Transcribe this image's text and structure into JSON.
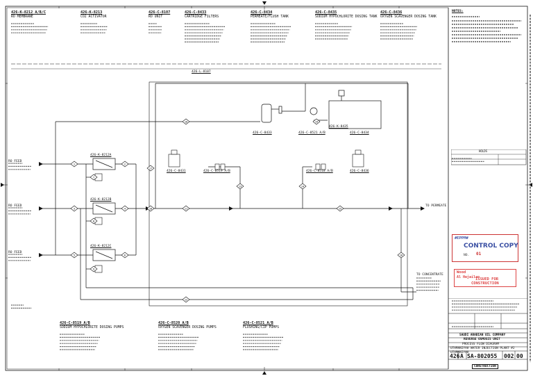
{
  "equipment_top": [
    {
      "tag": "426-K-8212 A/B/C",
      "desc": "RO MEMBRANE"
    },
    {
      "tag": "426-K-8213",
      "desc": "CO2 ACTIVATOR"
    },
    {
      "tag": "426-C-8107",
      "desc": "RO UNIT"
    },
    {
      "tag": "426-C-8433",
      "desc": "CARTRIDGE FILTERS"
    },
    {
      "tag": "426-C-8434",
      "desc": "PERMEATE/FLUSH TANK"
    },
    {
      "tag": "426-C-8435",
      "desc": "SODIUM HYPOCHLORITE DOSING TANK"
    },
    {
      "tag": "426-C-8436",
      "desc": "OXYGEN SCAVENGER DOSING TANK"
    }
  ],
  "equipment_bottom": [
    {
      "tag": "426-C-8519 A/B",
      "desc": "SODIUM HYPOCHLORITE DOSING PUMPS"
    },
    {
      "tag": "426-C-8520 A/B",
      "desc": "OXYGEN SCAVENGER DOSING PUMPS"
    },
    {
      "tag": "426-C-8521 A/B",
      "desc": "FLUSHING/CIP PUMPS"
    }
  ],
  "diagram_labels": {
    "header_line": "426-L-8107",
    "inlet_1": "RO FEED",
    "inlet_2": "RO FEED",
    "inlet_3": "RO FEED",
    "outlet_right": "TO PERMEATE",
    "to_concentrate": "TO CONCENTRATE",
    "unit_a": "426-K-8212A",
    "unit_b": "426-K-8212B",
    "unit_c": "426-K-8212C",
    "filter_tag": "426-C-8433",
    "pump_a": "426-C-8521 A/B",
    "tank_tag": "426-K-8435",
    "tank_tag_b": "426-C-8434",
    "dosing_tag": "426-C-8431",
    "dosing_pump_a": "426-C-8519 A/B",
    "dosing_pump_b": "426-C-8518 A/B",
    "dosing_tag_b": "426-C-8436"
  },
  "streams": [
    "1",
    "2",
    "3",
    "4",
    "5",
    "6",
    "7",
    "8",
    "9",
    "10",
    "11",
    "12",
    "13",
    "14",
    "15",
    "16",
    "17",
    "18",
    "19",
    "20",
    "21",
    "22",
    "23",
    "24",
    "25",
    "26",
    "27",
    "28",
    "29",
    "30"
  ],
  "notes_title": "NOTES:",
  "holds_title": "HOLDS",
  "stamp_control": {
    "org": "#EPPM#",
    "title": "CONTROL COPY",
    "no_label": "NO.",
    "no_value": "01"
  },
  "stamp_ifc": {
    "company": "Wood",
    "company2": "Al Hejailan",
    "line1": "ISSUED FOR",
    "line2": "CONSTRUCTION"
  },
  "title_block": {
    "owner": "SAUDI ARABIAN OIL COMPANY",
    "project": "REVERSE OSMOSIS UNIT",
    "drawing_title": "PROCESS FLOW DIAGRAM",
    "facility": "UTHMANIYAH WATER INJECTION PLANT #2",
    "location": "UTHMANIYAH",
    "plant_no": "426",
    "index": "A",
    "drawing_no": "SA-802055",
    "sheet": "002",
    "rev": "00",
    "status": "CONSTRUCTION"
  }
}
